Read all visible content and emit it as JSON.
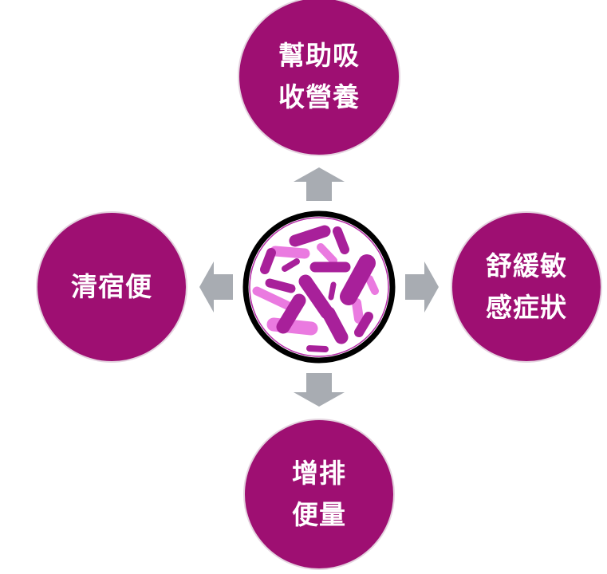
{
  "colors": {
    "node": "#9e0f72",
    "arrow": "#a8acb2",
    "bacteria_dark": "#a8209a",
    "bacteria_light": "#ea7ae0"
  },
  "center": {
    "icon": "bacteria-icon"
  },
  "nodes": {
    "top": {
      "line1": "幫助吸",
      "line2": "收營養"
    },
    "left": {
      "line1": "清宿便"
    },
    "right": {
      "line1": "舒緩敏",
      "line2": "感症狀"
    },
    "bottom": {
      "line1": "增排",
      "line2": "便量"
    }
  }
}
